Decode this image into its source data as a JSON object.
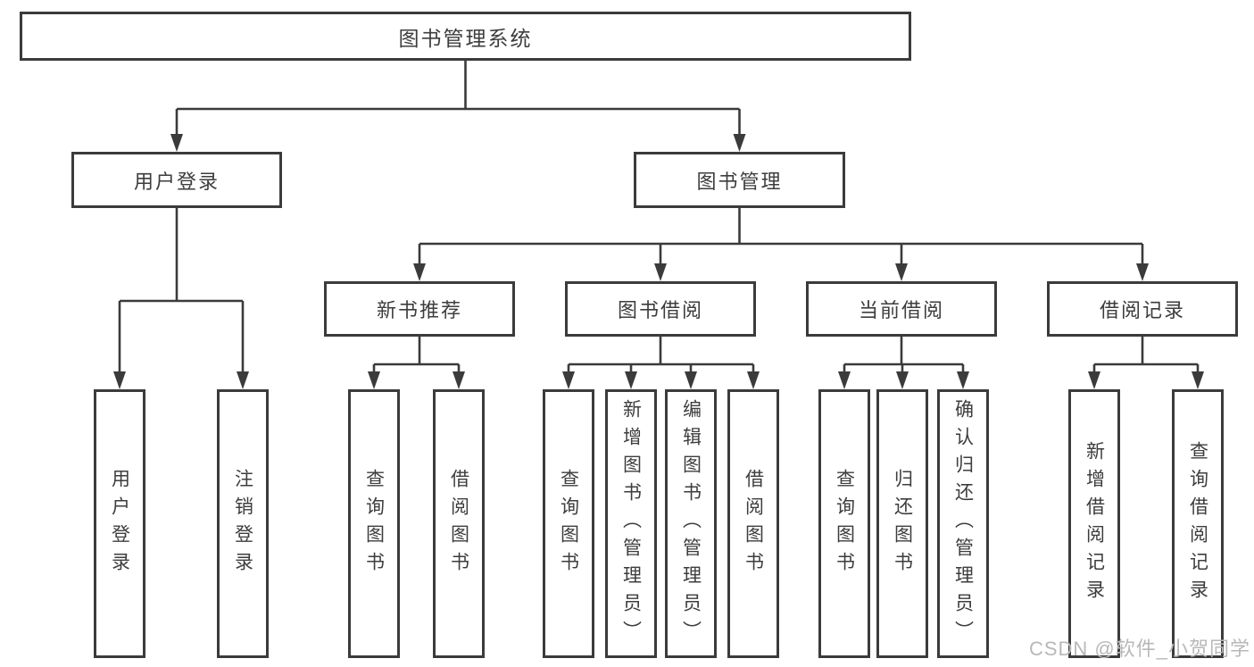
{
  "diagram": {
    "root": {
      "label": "图书管理系统"
    },
    "user_login": {
      "label": "用户登录",
      "children": {
        "login": "用户登录",
        "logout": "注销登录"
      }
    },
    "book_mgmt": {
      "label": "图书管理",
      "children": {
        "new_book_rec": {
          "label": "新书推荐",
          "children": {
            "query_books": "查询图书",
            "borrow_books": "借阅图书"
          }
        },
        "book_borrow": {
          "label": "图书借阅",
          "children": {
            "query_books": "查询图书",
            "add_books": "新增图书（管理员）",
            "edit_books": "编辑图书（管理员）",
            "borrow_books": "借阅图书"
          }
        },
        "current_borrow": {
          "label": "当前借阅",
          "children": {
            "query_books": "查询图书",
            "return_books": "归还图书",
            "confirm_return": "确认归还（管理员）"
          }
        },
        "borrow_records": {
          "label": "借阅记录",
          "children": {
            "add_record": "新增借阅记录",
            "query_record": "查询借阅记录"
          }
        }
      }
    }
  },
  "watermark": "CSDN @软件_小贺同学",
  "colors": {
    "line": "#3b3b3b",
    "text": "#3d3d3d",
    "watermark": "#b8b8b8",
    "background": "#ffffff"
  }
}
